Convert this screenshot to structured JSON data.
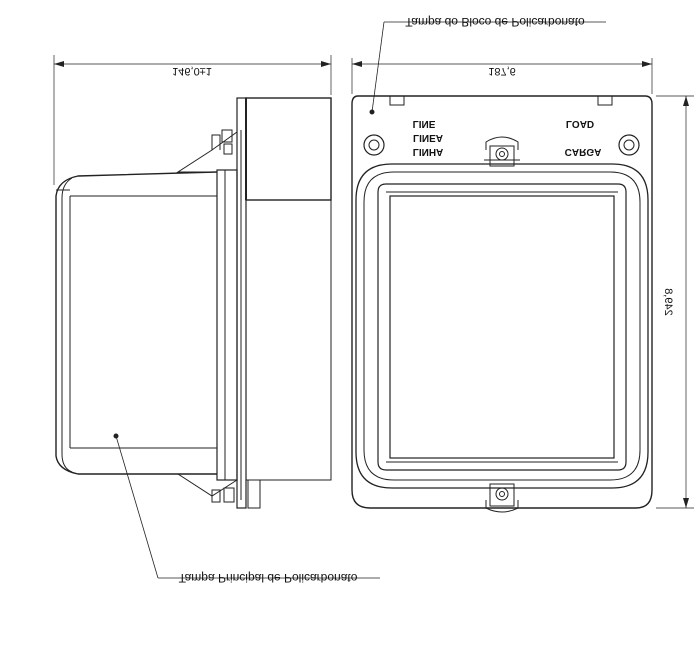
{
  "annotations": {
    "top_label": "Tampa do Bloco de Policarbonato",
    "bottom_label": "Tampa Principal de Policarbonato"
  },
  "dimensions": {
    "depth": "146,0±1",
    "width": "187,6",
    "height": "249,8"
  },
  "terminal_labels": {
    "line_en": "LINE",
    "line_es": "LINEA",
    "line_pt": "LINHA",
    "load_en": "LOAD",
    "load_pt": "CARGA"
  },
  "colors": {
    "stroke": "#222222",
    "background": "#ffffff"
  }
}
